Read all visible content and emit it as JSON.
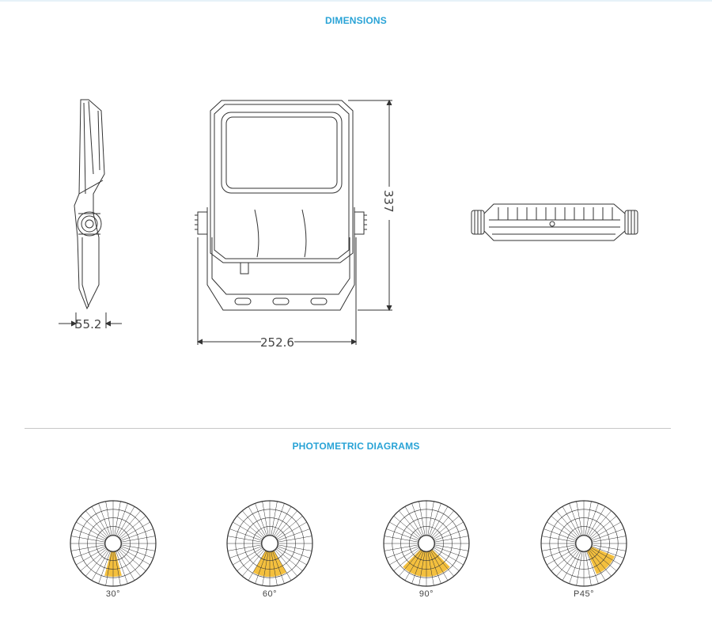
{
  "sections": {
    "dimensions_title": "DIMENSIONS",
    "photometric_title": "PHOTOMETRIC DIAGRAMS"
  },
  "dimensions": {
    "depth": "55.2",
    "width": "252.6",
    "height": "337"
  },
  "photometric": [
    {
      "label": "30°",
      "beam_deg": 30,
      "tilt_deg": 0
    },
    {
      "label": "60°",
      "beam_deg": 60,
      "tilt_deg": 0
    },
    {
      "label": "90°",
      "beam_deg": 90,
      "tilt_deg": 0
    },
    {
      "label": "P45°",
      "beam_deg": 45,
      "tilt_deg": 45
    }
  ],
  "colors": {
    "accent": "#29a3d6",
    "beam": "#f2b51c"
  }
}
